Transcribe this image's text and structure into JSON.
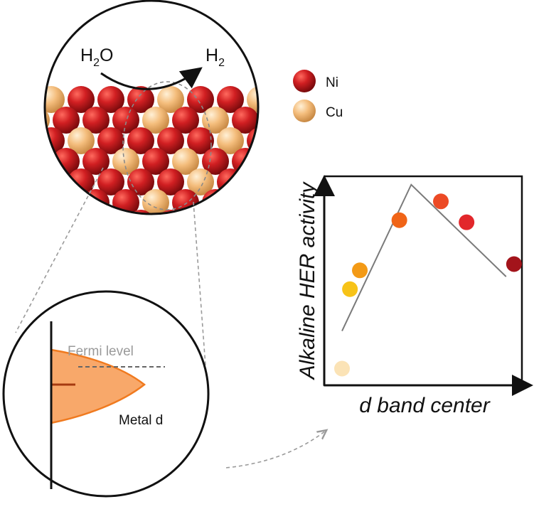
{
  "reaction": {
    "reactant": "H",
    "reactant_sub": "2",
    "reactant_tail": "O",
    "product": "H",
    "product_sub": "2"
  },
  "legend": {
    "items": [
      {
        "label": "Ni",
        "color": "#c0151b"
      },
      {
        "label": "Cu",
        "color": "#f2b571"
      }
    ]
  },
  "dband": {
    "fermi_label": "Fermi level",
    "metal_label": "Metal d",
    "fill_color": "#f8a86a",
    "edge_color": "#f07a1f"
  },
  "chart_data": {
    "type": "scatter",
    "xlabel": "d band center",
    "ylabel": "Alkaline HER activity",
    "xlim": [
      0,
      10
    ],
    "ylim": [
      0,
      10
    ],
    "points": [
      {
        "x": 0.9,
        "y": 0.8,
        "color": "#fbe3b6"
      },
      {
        "x": 1.3,
        "y": 4.6,
        "color": "#f7c318"
      },
      {
        "x": 1.8,
        "y": 5.5,
        "color": "#f39a16"
      },
      {
        "x": 3.8,
        "y": 7.9,
        "color": "#f06417"
      },
      {
        "x": 5.9,
        "y": 8.8,
        "color": "#ec4a25"
      },
      {
        "x": 7.2,
        "y": 7.8,
        "color": "#e2272b"
      },
      {
        "x": 9.6,
        "y": 5.8,
        "color": "#a3141b"
      }
    ],
    "trend": [
      {
        "x": 0.9,
        "y": 2.6
      },
      {
        "x": 4.4,
        "y": 9.6
      },
      {
        "x": 9.2,
        "y": 5.2
      }
    ],
    "grid": false,
    "legend": "none"
  },
  "colors": {
    "ni": "#c0151b",
    "cu": "#f2b571",
    "guide": "#9a9a9a"
  }
}
